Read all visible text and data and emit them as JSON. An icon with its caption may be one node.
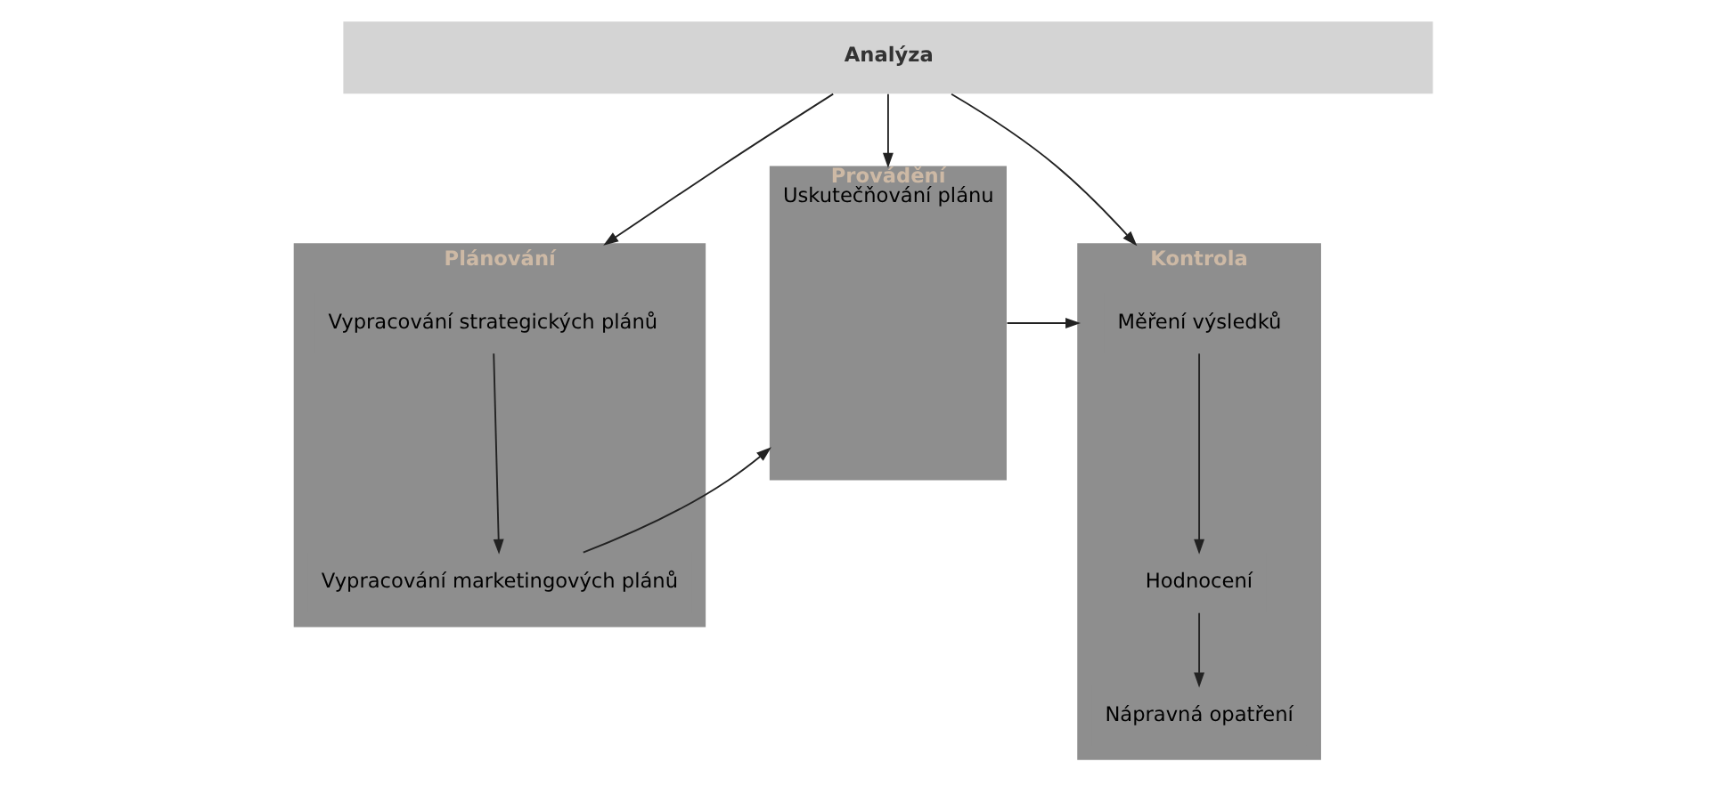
{
  "diagram": {
    "nodes": [
      {
        "text": [
          "Analýza"
        ]
      },
      {
        "text": [
          "Plánování"
        ]
      },
      {
        "text": [
          "Vypracování strategických plánů"
        ],
        "in": 1
      },
      {
        "text": [
          "Vypracování marketingových plánů"
        ],
        "in": 1
      },
      {
        "text": [
          "Provádění",
          "Uskutečňování plánu"
        ]
      },
      {
        "text": [
          "Kontrola"
        ]
      },
      {
        "text": [
          "Měření výsledků"
        ],
        "in": 5
      },
      {
        "text": [
          "Hodnocení"
        ],
        "in": 5
      },
      {
        "text": [
          "Nápravná opatření"
        ],
        "in": 5
      }
    ],
    "edges": [
      {
        "from": 0,
        "to": 1,
        "arrow": "to"
      },
      {
        "from": 0,
        "to": 4,
        "arrow": "to"
      },
      {
        "from": 0,
        "to": 5,
        "arrow": "to"
      },
      {
        "from": 2,
        "to": 3,
        "arrow": "to"
      },
      {
        "from": 3,
        "to": 4,
        "arrow": "to"
      },
      {
        "from": 4,
        "to": 5,
        "arrow": "to"
      },
      {
        "from": 6,
        "to": 7,
        "arrow": "to"
      },
      {
        "from": 7,
        "to": 8,
        "arrow": "to"
      }
    ]
  }
}
